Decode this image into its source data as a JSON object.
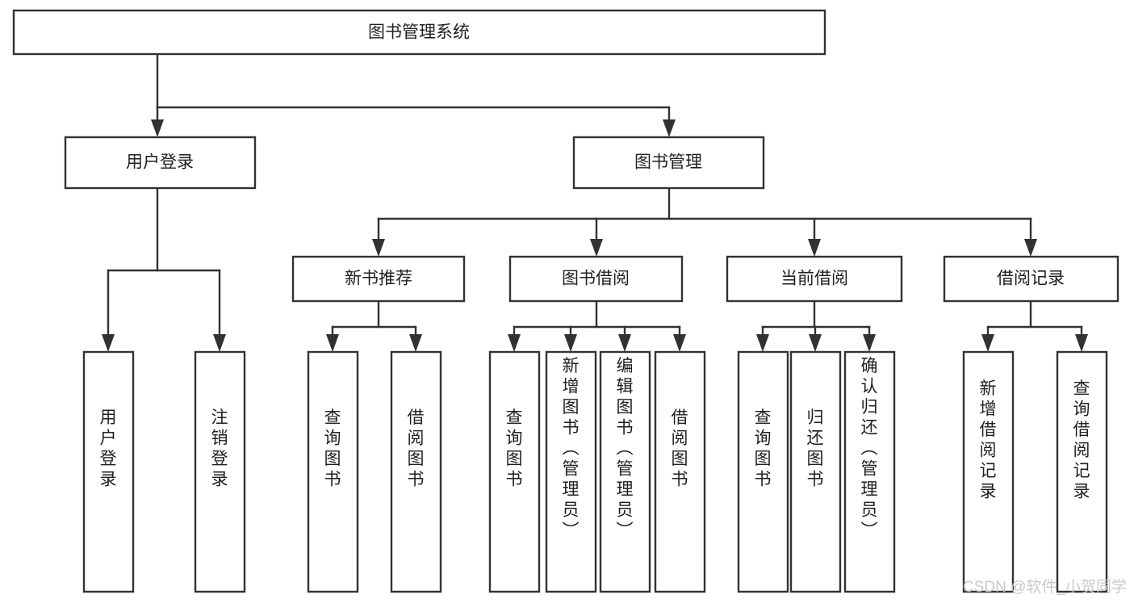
{
  "diagram": {
    "title": "图书管理系统",
    "type": "tree-hierarchy",
    "orientation": "top-down",
    "colors": {
      "box_fill": "#ffffff",
      "box_stroke": "#33322f",
      "text": "#1f1f1f",
      "background": "#ffffff",
      "watermark": "#c9c9c9"
    },
    "root": {
      "label": "图书管理系统",
      "name": "node-root-system"
    },
    "level1": [
      {
        "label": "用户登录",
        "name": "node-user-login"
      },
      {
        "label": "图书管理",
        "name": "node-book-management"
      }
    ],
    "level2": [
      {
        "label": "新书推荐",
        "name": "node-new-book-recommend"
      },
      {
        "label": "图书借阅",
        "name": "node-book-borrow"
      },
      {
        "label": "当前借阅",
        "name": "node-current-borrow"
      },
      {
        "label": "借阅记录",
        "name": "node-borrow-record"
      }
    ],
    "leaves": {
      "user_login": [
        {
          "label": "用户登录",
          "name": "leaf-user-login"
        },
        {
          "label": "注销登录",
          "name": "leaf-user-logout"
        }
      ],
      "new_book_recommend": [
        {
          "label": "查询图书",
          "name": "leaf-query-book-recommend"
        },
        {
          "label": "借阅图书",
          "name": "leaf-borrow-book-recommend"
        }
      ],
      "book_borrow": [
        {
          "label": "查询图书",
          "name": "leaf-query-book-borrow"
        },
        {
          "label": "新增图书（管理员）",
          "name": "leaf-add-book-admin"
        },
        {
          "label": "编辑图书（管理员）",
          "name": "leaf-edit-book-admin"
        },
        {
          "label": "借阅图书",
          "name": "leaf-borrow-book"
        }
      ],
      "current_borrow": [
        {
          "label": "查询图书",
          "name": "leaf-query-book-current"
        },
        {
          "label": "归还图书",
          "name": "leaf-return-book"
        },
        {
          "label": "确认归还（管理员）",
          "name": "leaf-confirm-return-admin"
        }
      ],
      "borrow_record": [
        {
          "label": "新增借阅记录",
          "name": "leaf-add-borrow-record"
        },
        {
          "label": "查询借阅记录",
          "name": "leaf-query-borrow-record"
        }
      ]
    },
    "watermark": "CSDN @软件_小贺同学"
  }
}
